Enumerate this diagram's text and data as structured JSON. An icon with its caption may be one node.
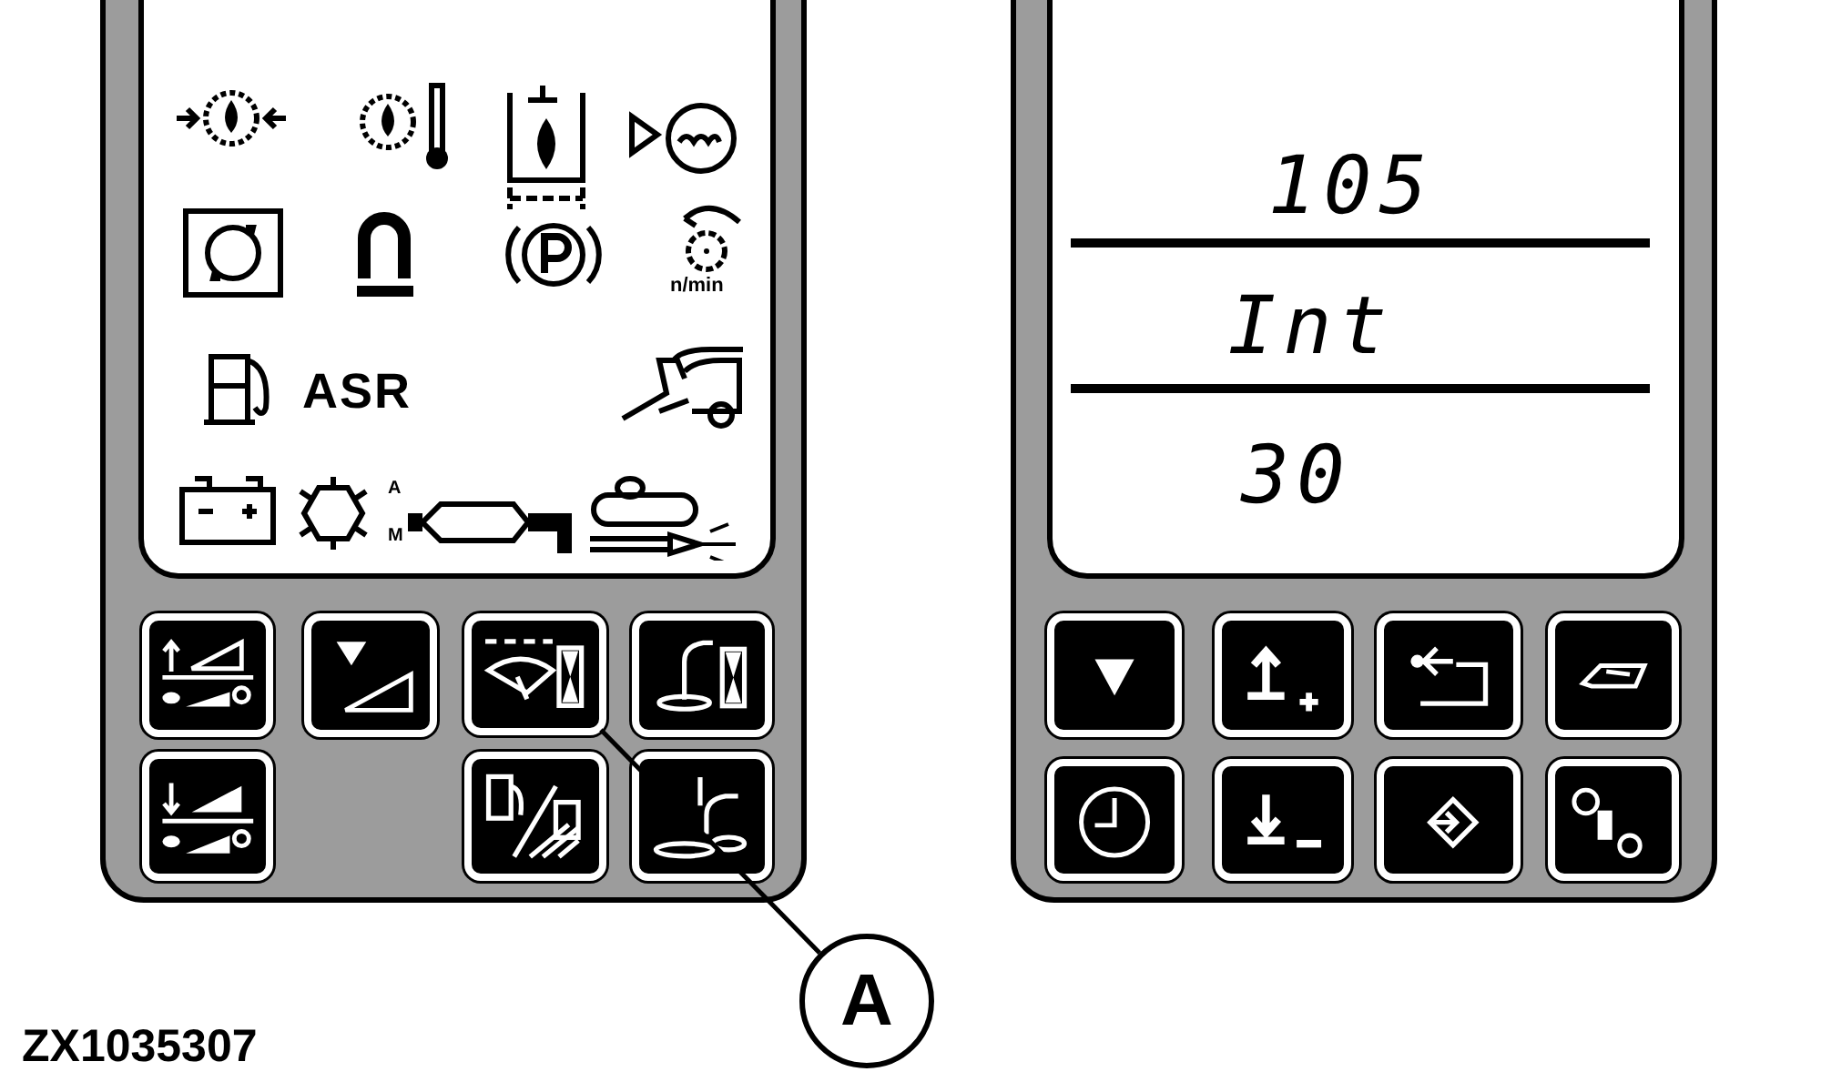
{
  "diagram": {
    "nodes": [
      {
        "text": [
          "A"
        ]
      },
      {
        "text": [],
        "shape": "box"
      }
    ],
    "edges": [
      {
        "from": 0,
        "to": 1,
        "arrow": "none"
      }
    ],
    "labels": [
      "n/min",
      "ASR",
      "A",
      "M",
      "105",
      "Int",
      "30",
      "ZX1035307"
    ]
  }
}
